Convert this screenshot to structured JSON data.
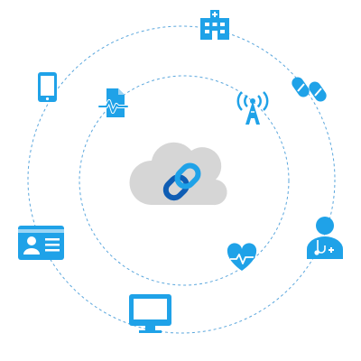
{
  "colors": {
    "accent": "#1FA2E8",
    "accent_dark": "#0F5DB4",
    "orbit": "#5BA7DD",
    "cloud": "#D6D6D6",
    "background": "#FFFFFF"
  },
  "center": {
    "icon": "cloud-link-icon"
  },
  "orbits": [
    {
      "name": "outer-orbit",
      "style": "dashed"
    },
    {
      "name": "inner-orbit",
      "style": "dashed"
    }
  ],
  "nodes": [
    {
      "icon": "hospital-icon",
      "orbit": "outer"
    },
    {
      "icon": "pills-icon",
      "orbit": "outer"
    },
    {
      "icon": "doctor-icon",
      "orbit": "outer"
    },
    {
      "icon": "monitor-icon",
      "orbit": "outer"
    },
    {
      "icon": "id-card-icon",
      "orbit": "outer"
    },
    {
      "icon": "smartphone-icon",
      "orbit": "outer"
    },
    {
      "icon": "medical-report-icon",
      "orbit": "inner"
    },
    {
      "icon": "antenna-icon",
      "orbit": "inner"
    },
    {
      "icon": "heart-rate-icon",
      "orbit": "inner"
    }
  ]
}
